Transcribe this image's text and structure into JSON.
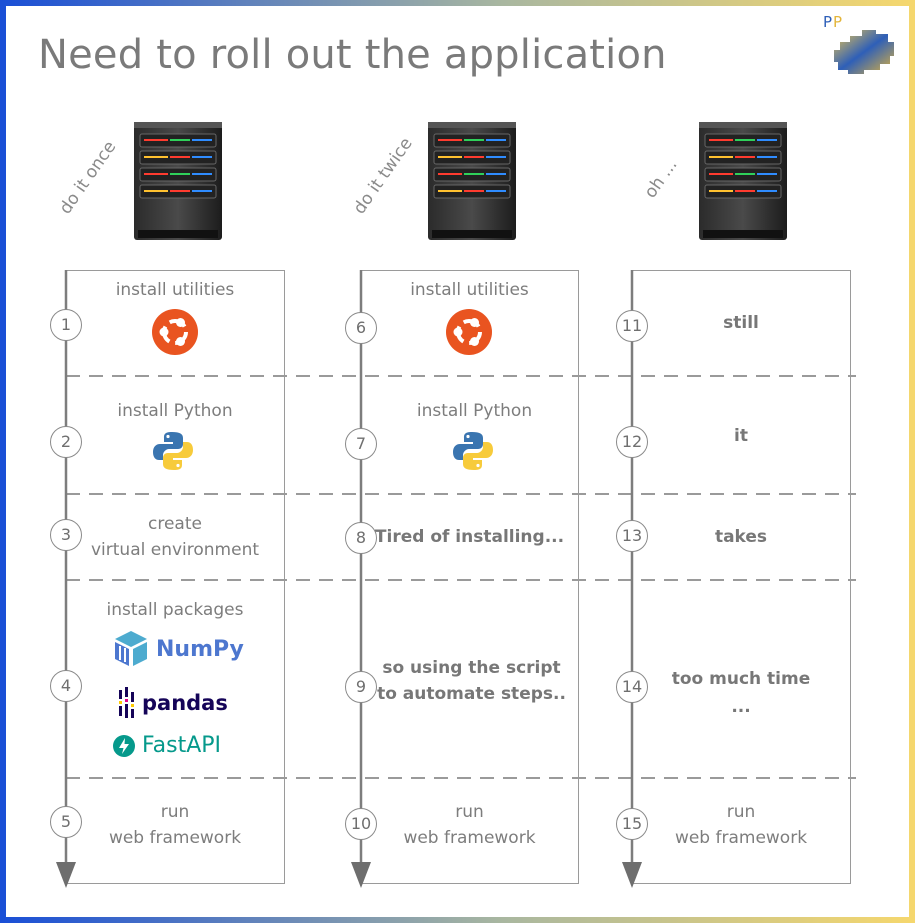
{
  "title": "Need to roll out the application",
  "logo": {
    "text": "PP"
  },
  "columns": [
    {
      "label": "do it once",
      "steps": [
        {
          "num": "1",
          "lines": [
            "install utilities"
          ],
          "icon": "ubuntu-icon"
        },
        {
          "num": "2",
          "lines": [
            "install Python"
          ],
          "icon": "python-icon"
        },
        {
          "num": "3",
          "lines": [
            "create",
            "virtual environment"
          ]
        },
        {
          "num": "4",
          "lines": [
            "install packages"
          ],
          "libraries": [
            "NumPy",
            "pandas",
            "FastAPI"
          ]
        },
        {
          "num": "5",
          "lines": [
            "run",
            "web framework"
          ]
        }
      ]
    },
    {
      "label": "do it twice",
      "steps": [
        {
          "num": "6",
          "lines": [
            "install utilities"
          ],
          "icon": "ubuntu-icon"
        },
        {
          "num": "7",
          "lines": [
            "install Python"
          ],
          "icon": "python-icon"
        },
        {
          "num": "8",
          "lines": [
            "Tired of installing..."
          ]
        },
        {
          "num": "9",
          "lines": [
            "so using the script",
            "to automate steps.."
          ]
        },
        {
          "num": "10",
          "lines": [
            "run",
            "web framework"
          ]
        }
      ]
    },
    {
      "label": "oh ...",
      "steps": [
        {
          "num": "11",
          "lines": [
            "still"
          ]
        },
        {
          "num": "12",
          "lines": [
            "it"
          ]
        },
        {
          "num": "13",
          "lines": [
            "takes"
          ]
        },
        {
          "num": "14",
          "lines": [
            "too much time",
            "..."
          ]
        },
        {
          "num": "15",
          "lines": [
            "run",
            "web framework"
          ]
        }
      ]
    }
  ],
  "colors": {
    "frame_blue": "#1a4fd6",
    "frame_yellow": "#f5d76e",
    "ubuntu": "#e95420",
    "numpy": "#4d77cf",
    "pandas": "#150458",
    "fastapi": "#05998b"
  }
}
